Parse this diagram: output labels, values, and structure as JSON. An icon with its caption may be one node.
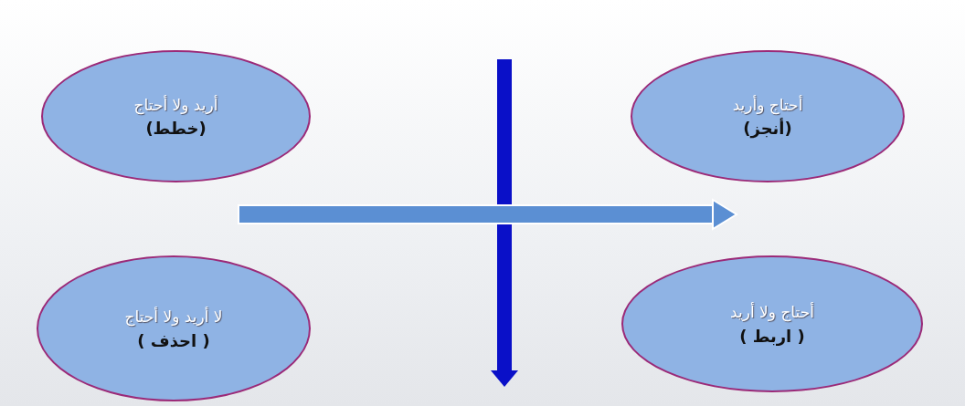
{
  "diagram": {
    "nodes": [
      {
        "text": [
          "أريد ولا أحتاج",
          "(خطط)"
        ]
      },
      {
        "text": [
          "أحتاج وأريد",
          "(أنجز)"
        ]
      },
      {
        "text": [
          "لا أريد ولا أحتاج",
          "( احذف )"
        ]
      },
      {
        "text": [
          "أحتاج ولا أريد",
          "( اربط )"
        ]
      }
    ]
  }
}
